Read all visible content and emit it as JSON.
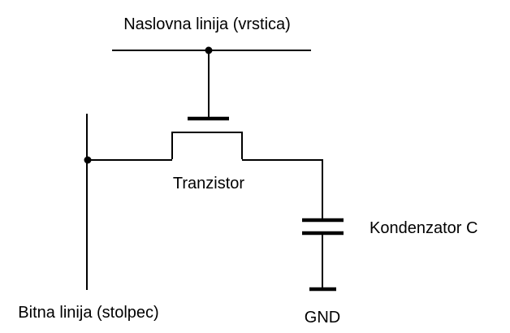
{
  "labels": {
    "word_line": "Naslovna linija (vrstica)",
    "transistor": "Tranzistor",
    "capacitor": "Kondenzator C",
    "bit_line": "Bitna linija (stolpec)",
    "ground": "GND"
  },
  "colors": {
    "line": "#000000",
    "background": "#ffffff"
  }
}
